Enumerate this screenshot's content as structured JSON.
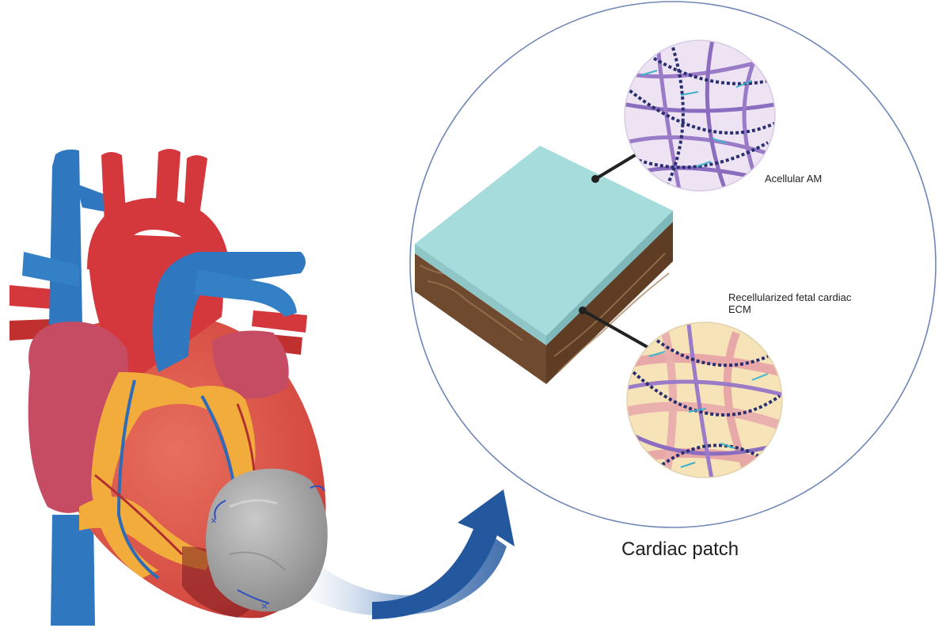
{
  "labels": {
    "acellular": "Acellular AM",
    "recell_line1": "Recellularized fetal cardiac",
    "recell_line2": "ECM",
    "patch_title": "Cardiac patch"
  },
  "colors": {
    "aorta_red": "#d5383c",
    "vein_blue": "#2f78c0",
    "heart_red": "#de5a4e",
    "atrium_pink": "#c54c63",
    "fat_yellow": "#f2ac3c",
    "patch_gray": "#9c9c9c",
    "arrow_blue": "#23579e",
    "circle_outline": "#6f86b8",
    "layer_teal": "#a6dcdc",
    "layer_brown": "#7a5335"
  }
}
